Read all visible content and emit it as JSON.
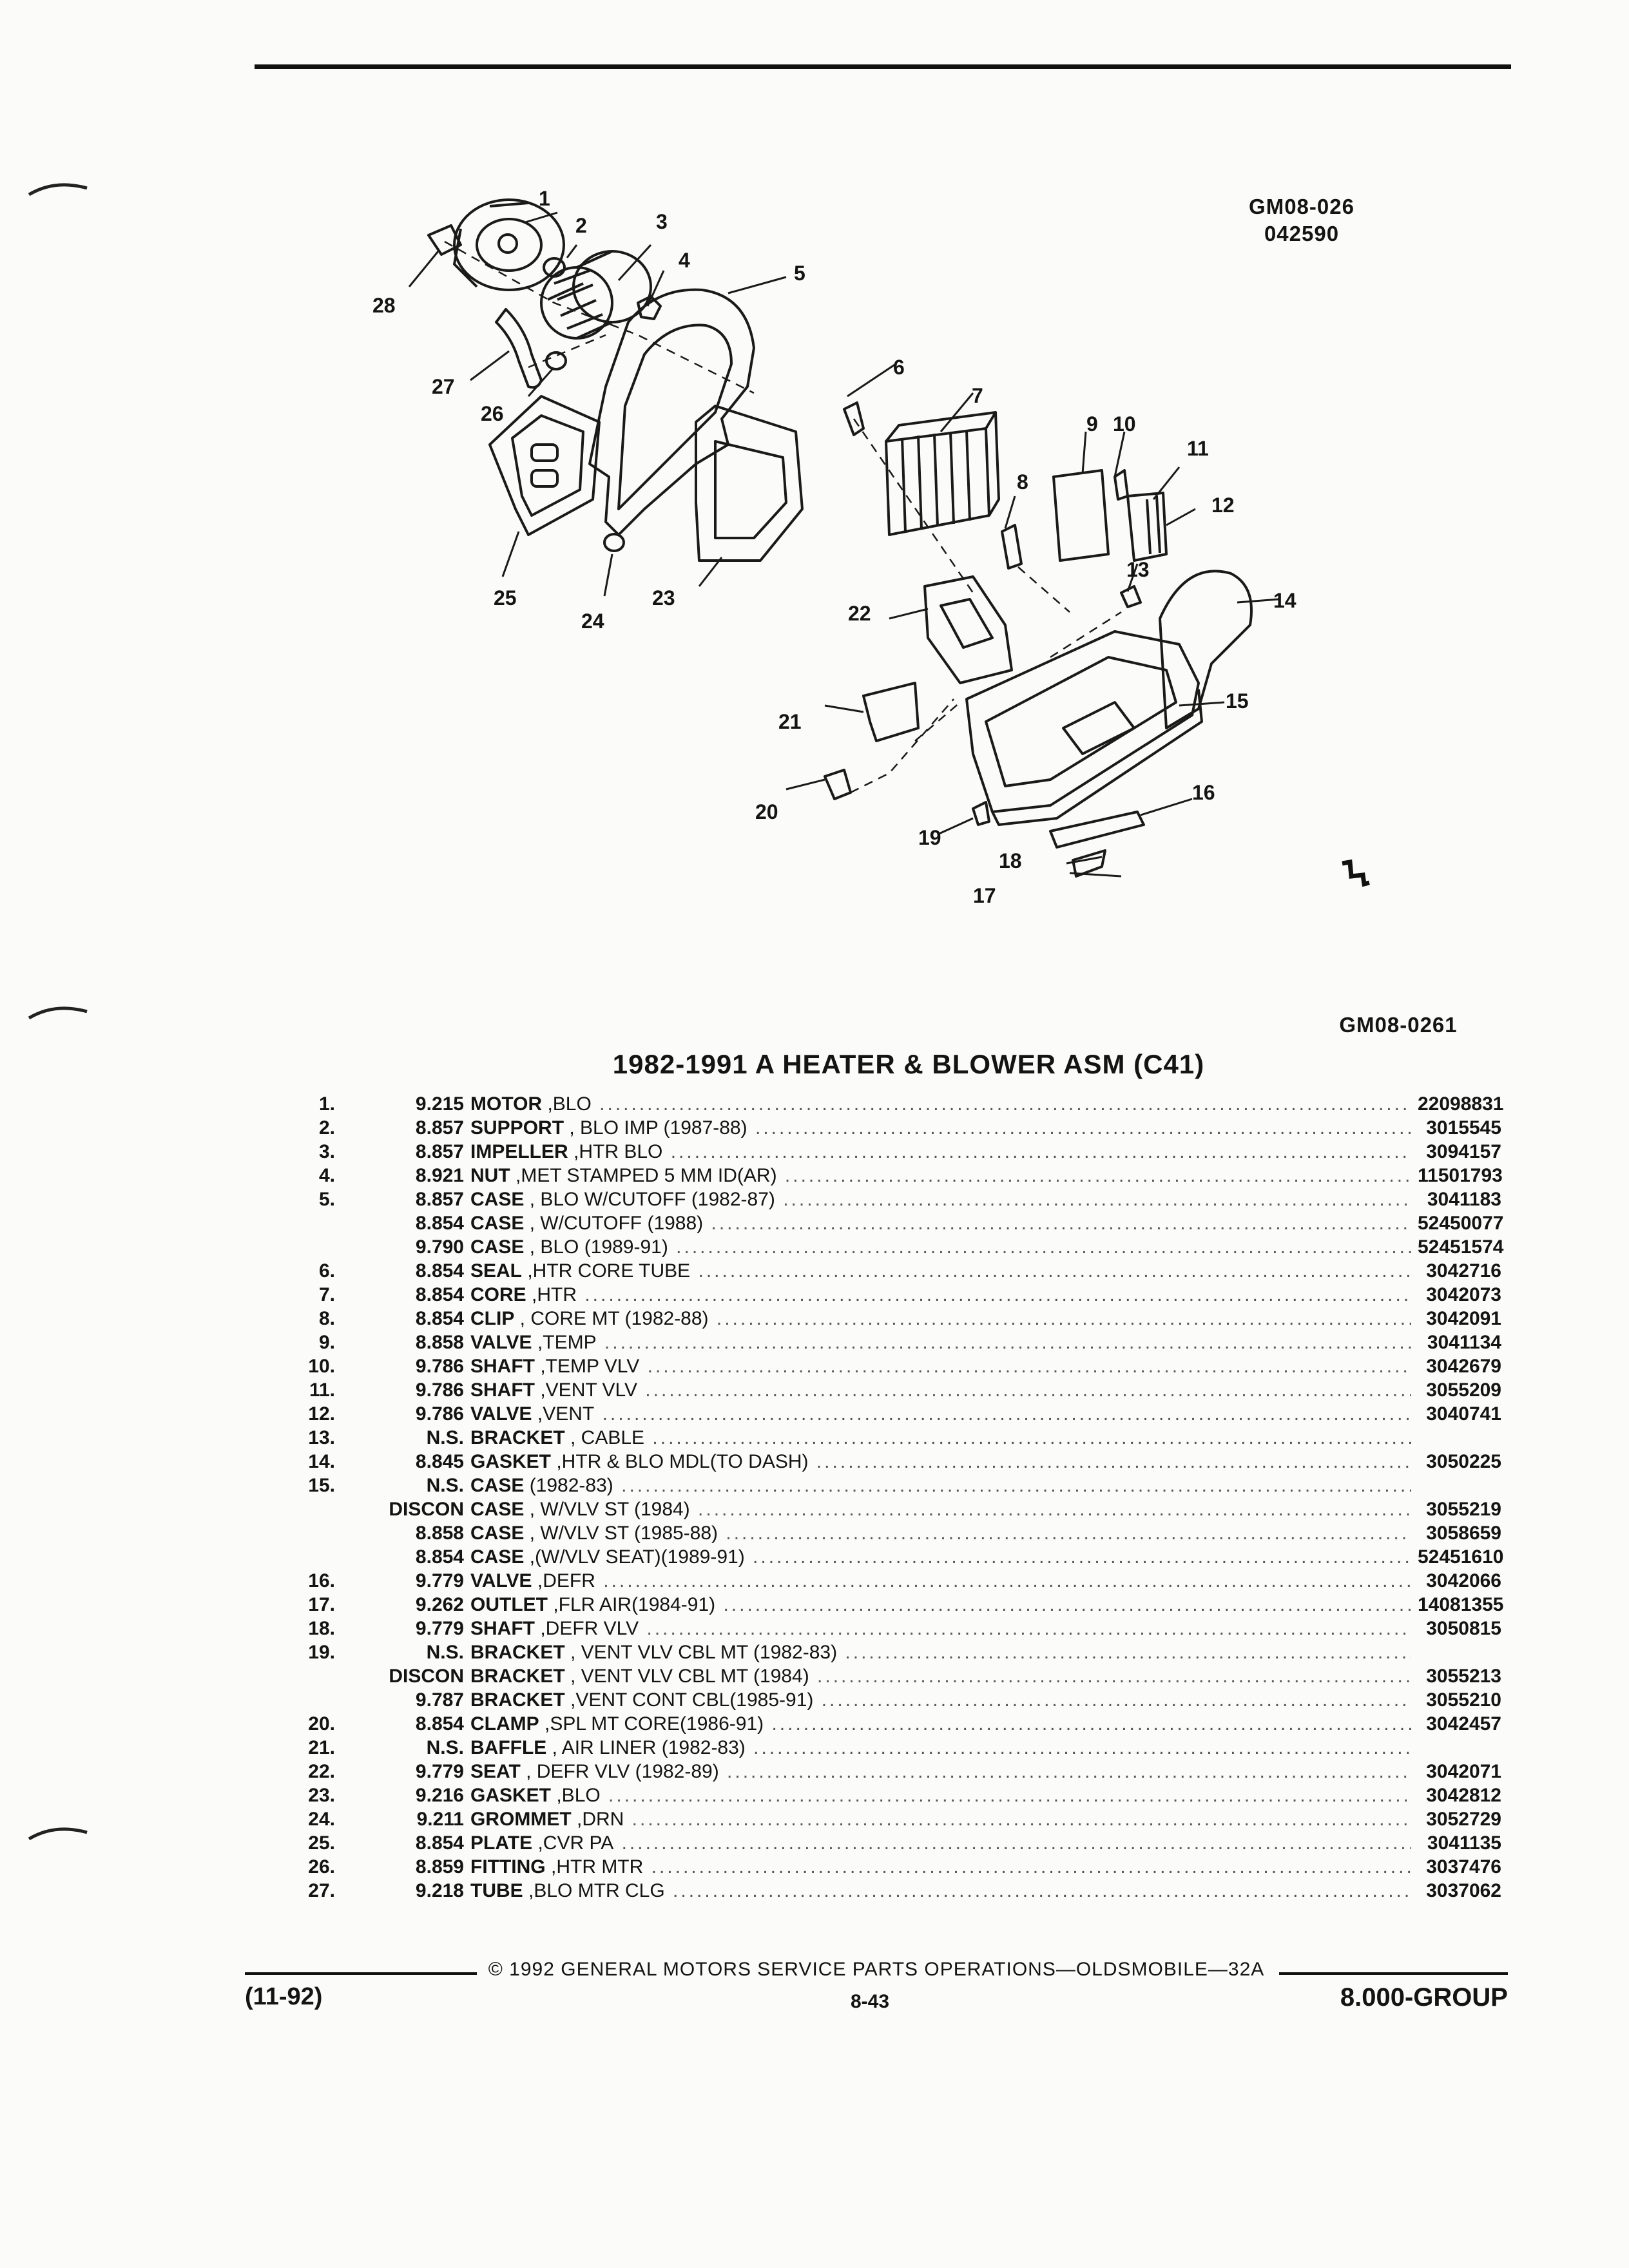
{
  "header": {
    "diagram_code_1": "GM08-026",
    "diagram_code_2": "042590",
    "figure_code": "GM08-0261"
  },
  "callouts": [
    "1",
    "2",
    "3",
    "4",
    "5",
    "6",
    "7",
    "8",
    "9",
    "10",
    "11",
    "12",
    "13",
    "14",
    "15",
    "16",
    "17",
    "18",
    "19",
    "20",
    "21",
    "22",
    "23",
    "24",
    "25",
    "26",
    "27",
    "28"
  ],
  "title": "1982-1991 A HEATER & BLOWER ASM (C41)",
  "parts": [
    {
      "ref": "1.",
      "group": "9.215",
      "name": "MOTOR",
      "desc": " ,BLO",
      "part_no": "22098831"
    },
    {
      "ref": "2.",
      "group": "8.857",
      "name": "SUPPORT",
      "desc": " , BLO IMP (1987-88)",
      "part_no": "3015545"
    },
    {
      "ref": "3.",
      "group": "8.857",
      "name": "IMPELLER",
      "desc": " ,HTR BLO",
      "part_no": "3094157"
    },
    {
      "ref": "4.",
      "group": "8.921",
      "name": "NUT",
      "desc": " ,MET STAMPED 5 MM ID(AR)",
      "part_no": "11501793"
    },
    {
      "ref": "5.",
      "group": "8.857",
      "name": "CASE",
      "desc": " , BLO W/CUTOFF (1982-87)",
      "part_no": "3041183"
    },
    {
      "ref": "",
      "group": "8.854",
      "name": "CASE",
      "desc": " , W/CUTOFF (1988)",
      "part_no": "52450077"
    },
    {
      "ref": "",
      "group": "9.790",
      "name": "CASE",
      "desc": " , BLO (1989-91)",
      "part_no": "52451574"
    },
    {
      "ref": "6.",
      "group": "8.854",
      "name": "SEAL",
      "desc": " ,HTR CORE TUBE",
      "part_no": "3042716"
    },
    {
      "ref": "7.",
      "group": "8.854",
      "name": "CORE",
      "desc": " ,HTR",
      "part_no": "3042073"
    },
    {
      "ref": "8.",
      "group": "8.854",
      "name": "CLIP",
      "desc": " , CORE MT (1982-88)",
      "part_no": "3042091"
    },
    {
      "ref": "9.",
      "group": "8.858",
      "name": "VALVE",
      "desc": " ,TEMP",
      "part_no": "3041134"
    },
    {
      "ref": "10.",
      "group": "9.786",
      "name": "SHAFT",
      "desc": " ,TEMP VLV",
      "part_no": "3042679"
    },
    {
      "ref": "11.",
      "group": "9.786",
      "name": "SHAFT",
      "desc": " ,VENT VLV",
      "part_no": "3055209"
    },
    {
      "ref": "12.",
      "group": "9.786",
      "name": "VALVE",
      "desc": " ,VENT",
      "part_no": "3040741"
    },
    {
      "ref": "13.",
      "group": "N.S.",
      "name": "BRACKET",
      "desc": " , CABLE",
      "part_no": ""
    },
    {
      "ref": "14.",
      "group": "8.845",
      "name": "GASKET",
      "desc": " ,HTR & BLO MDL(TO DASH)",
      "part_no": "3050225"
    },
    {
      "ref": "15.",
      "group": "N.S.",
      "name": "CASE",
      "desc": " (1982-83)",
      "part_no": ""
    },
    {
      "ref": "",
      "group": "DISCON",
      "name": "CASE",
      "desc": " , W/VLV ST (1984)",
      "part_no": "3055219"
    },
    {
      "ref": "",
      "group": "8.858",
      "name": "CASE",
      "desc": " , W/VLV ST (1985-88)",
      "part_no": "3058659"
    },
    {
      "ref": "",
      "group": "8.854",
      "name": "CASE",
      "desc": " ,(W/VLV SEAT)(1989-91)",
      "part_no": "52451610"
    },
    {
      "ref": "16.",
      "group": "9.779",
      "name": "VALVE",
      "desc": " ,DEFR",
      "part_no": "3042066"
    },
    {
      "ref": "17.",
      "group": "9.262",
      "name": "OUTLET",
      "desc": " ,FLR AIR(1984-91)",
      "part_no": "14081355"
    },
    {
      "ref": "18.",
      "group": "9.779",
      "name": "SHAFT",
      "desc": " ,DEFR VLV",
      "part_no": "3050815"
    },
    {
      "ref": "19.",
      "group": "N.S.",
      "name": "BRACKET",
      "desc": " , VENT VLV CBL MT (1982-83)",
      "part_no": ""
    },
    {
      "ref": "",
      "group": "DISCON",
      "name": "BRACKET",
      "desc": " , VENT VLV CBL MT (1984)",
      "part_no": "3055213"
    },
    {
      "ref": "",
      "group": "9.787",
      "name": "BRACKET",
      "desc": " ,VENT CONT CBL(1985-91)",
      "part_no": "3055210"
    },
    {
      "ref": "20.",
      "group": "8.854",
      "name": "CLAMP",
      "desc": " ,SPL MT CORE(1986-91)",
      "part_no": "3042457"
    },
    {
      "ref": "21.",
      "group": "N.S.",
      "name": "BAFFLE",
      "desc": " , AIR LINER (1982-83)",
      "part_no": ""
    },
    {
      "ref": "22.",
      "group": "9.779",
      "name": "SEAT",
      "desc": " , DEFR VLV (1982-89)",
      "part_no": "3042071"
    },
    {
      "ref": "23.",
      "group": "9.216",
      "name": "GASKET",
      "desc": " ,BLO",
      "part_no": "3042812"
    },
    {
      "ref": "24.",
      "group": "9.211",
      "name": "GROMMET",
      "desc": " ,DRN",
      "part_no": "3052729"
    },
    {
      "ref": "25.",
      "group": "8.854",
      "name": "PLATE",
      "desc": " ,CVR PA",
      "part_no": "3041135"
    },
    {
      "ref": "26.",
      "group": "8.859",
      "name": "FITTING",
      "desc": " ,HTR MTR",
      "part_no": "3037476"
    },
    {
      "ref": "27.",
      "group": "9.218",
      "name": "TUBE",
      "desc": " ,BLO MTR CLG",
      "part_no": "3037062"
    }
  ],
  "footer": {
    "copyright": "©  1992  GENERAL MOTORS SERVICE PARTS OPERATIONS—OLDSMOBILE—32A",
    "date": "(11-92)",
    "page": "8-43",
    "group": "8.000-GROUP"
  }
}
